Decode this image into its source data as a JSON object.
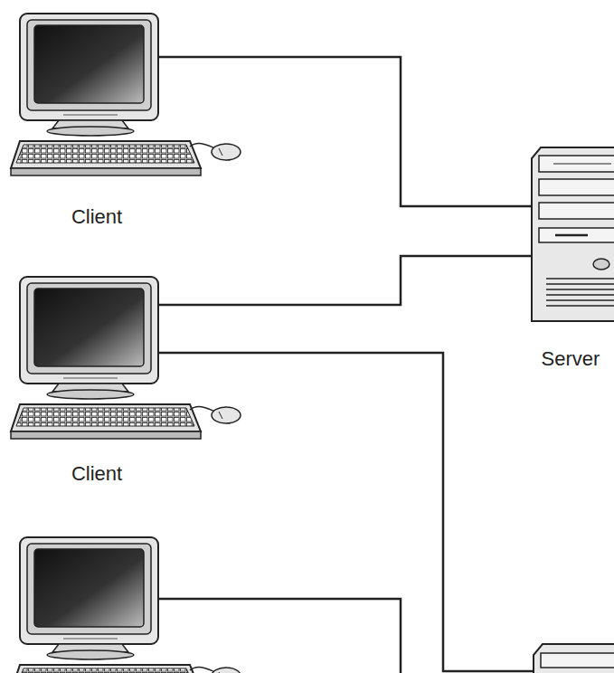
{
  "diagram": {
    "nodes": [
      {
        "text": [
          "Client"
        ]
      },
      {
        "text": [
          "Client"
        ]
      },
      {
        "text": [
          "Server"
        ]
      }
    ],
    "edges": [
      {
        "from": 0,
        "to": 2,
        "arrow": "none"
      },
      {
        "from": 1,
        "to": 2,
        "arrow": "none"
      }
    ]
  }
}
